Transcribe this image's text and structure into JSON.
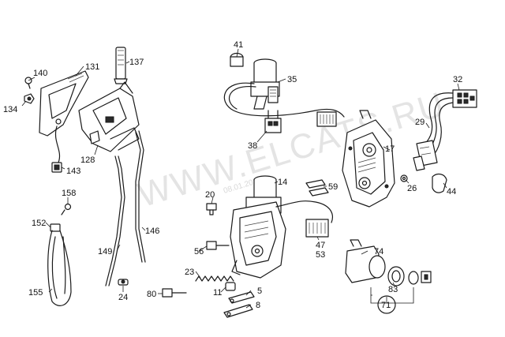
{
  "watermark": "WWW.ELCATS.RU",
  "date_stamp": "08.01.2021",
  "callouts": {
    "c140": "140",
    "c131": "131",
    "c137": "137",
    "c134": "134",
    "c128": "128",
    "c143": "143",
    "c158": "158",
    "c152": "152",
    "c155": "155",
    "c149": "149",
    "c146": "146",
    "c24": "24",
    "c41": "41",
    "c35": "35",
    "c38": "38",
    "c32": "32",
    "c29": "29",
    "c17": "17",
    "c26": "26",
    "c44": "44",
    "c14": "14",
    "c59": "59",
    "c20": "20",
    "c47": "47",
    "c53": "53",
    "c56": "56",
    "c23": "23",
    "c74": "74",
    "c11": "11",
    "c5": "5",
    "c8": "8",
    "c80": "80",
    "c83": "83",
    "c71": "71"
  }
}
